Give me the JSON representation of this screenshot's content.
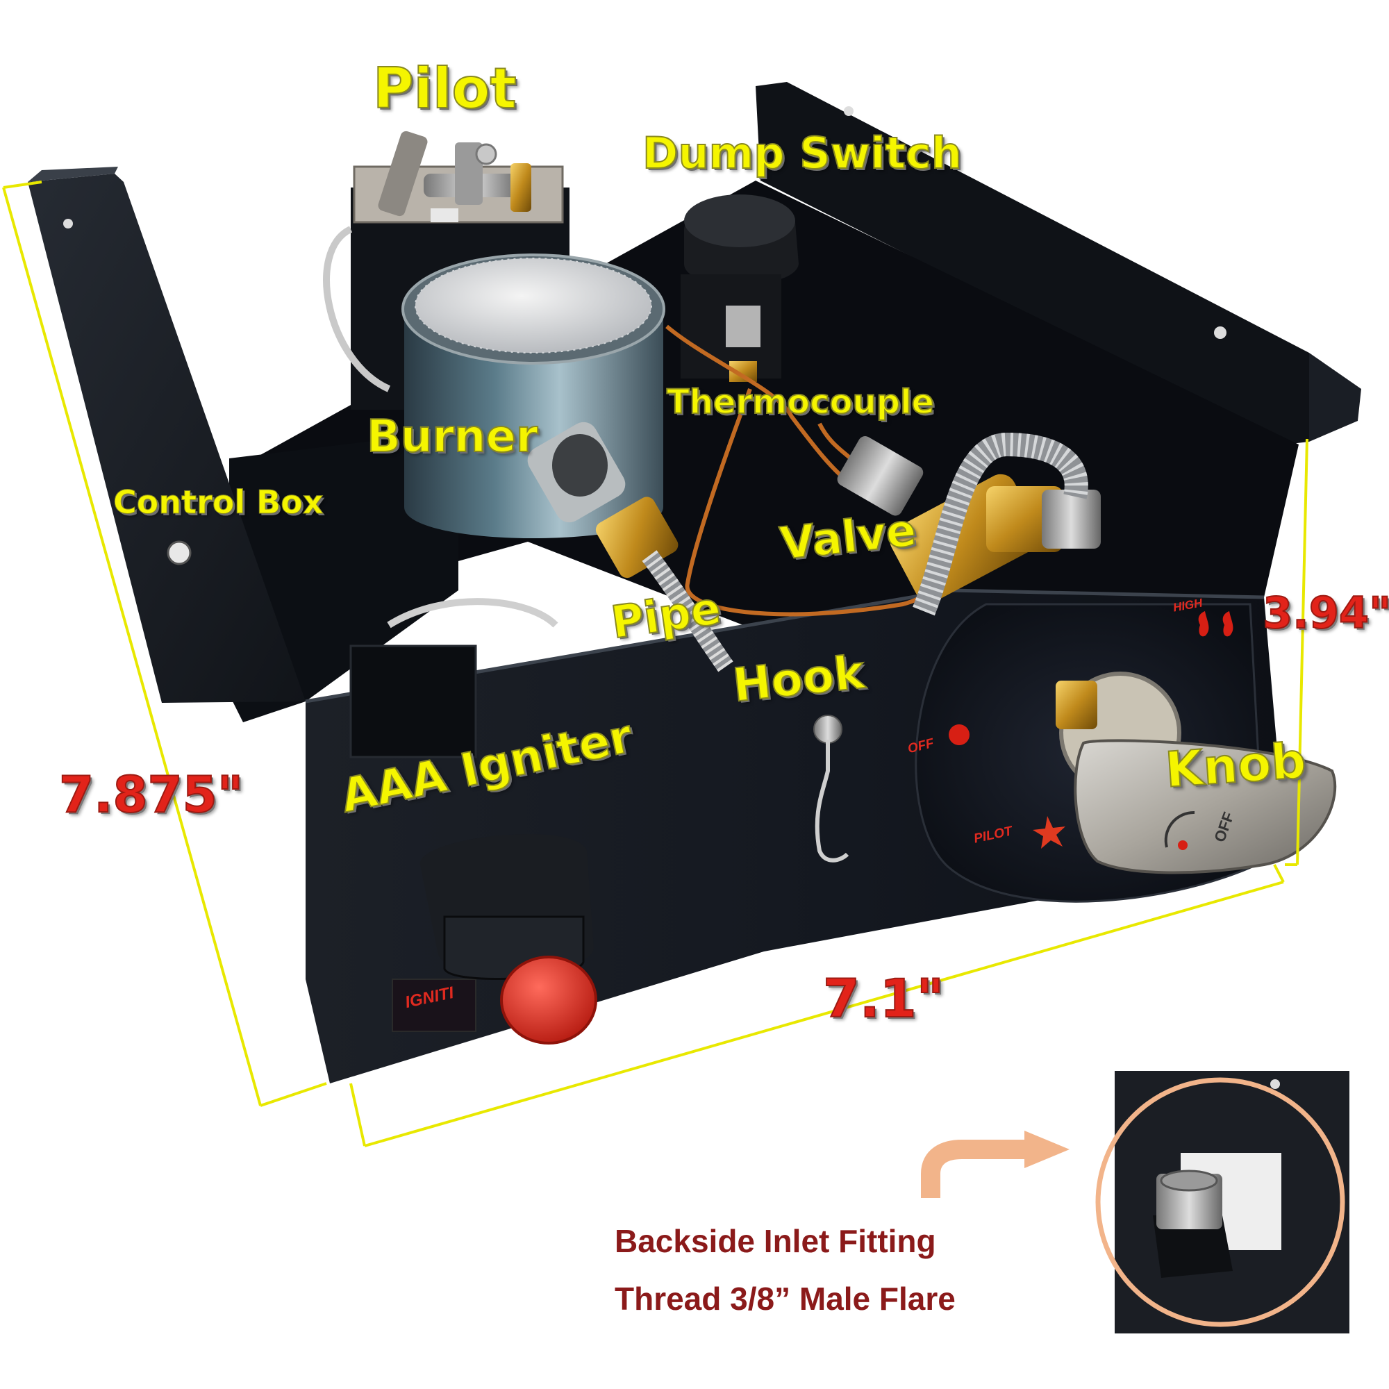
{
  "labels": {
    "pilot": "Pilot",
    "dump_switch": "Dump Switch",
    "thermocouple": "Thermocouple",
    "burner": "Burner",
    "control_box": "Control Box",
    "valve": "Valve",
    "pipe": "Pipe",
    "hook": "Hook",
    "knob": "Knob",
    "igniter": "AAA Igniter"
  },
  "dimensions": {
    "width": "7.1\"",
    "depth": "7.875\"",
    "height": "3.94\""
  },
  "panel_markings": {
    "high": "HIGH",
    "off": "OFF",
    "pilot": "PILOT",
    "igniter_plate": "IGNITI",
    "knob_off": "OFF"
  },
  "inset_caption": {
    "line1": "Backside Inlet Fitting",
    "line2": "Thread 3/8” Male Flare"
  },
  "colors": {
    "label_yellow": "#f5f500",
    "dimension_red": "#e2231a",
    "dimension_line": "#e8e800",
    "caption_dark_red": "#8b1a1a",
    "callout_ring": "#f2b48a",
    "box_black": "#15181d"
  }
}
